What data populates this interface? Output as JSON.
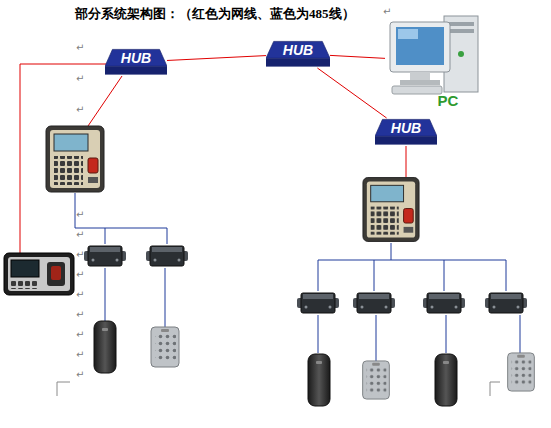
{
  "diagram": {
    "title": "部分系统架构图：（红色为网线、蓝色为485线）",
    "nodes": [
      {
        "text": [
          "HUB"
        ]
      },
      {
        "text": [
          "HUB"
        ]
      },
      {
        "text": [
          "PC"
        ]
      },
      {
        "text": [
          "HUB"
        ]
      }
    ],
    "edges": [
      {
        "from": 0,
        "to": 1,
        "arrow": "none"
      },
      {
        "from": 1,
        "to": 2,
        "arrow": "none"
      },
      {
        "from": 1,
        "to": 3,
        "arrow": "none"
      }
    ],
    "labels": [
      "↵",
      "↵",
      "↵",
      "↵",
      "↵",
      "↵",
      "↵",
      "↵",
      "↵",
      "↵",
      "↵",
      "↵",
      "↵"
    ]
  }
}
